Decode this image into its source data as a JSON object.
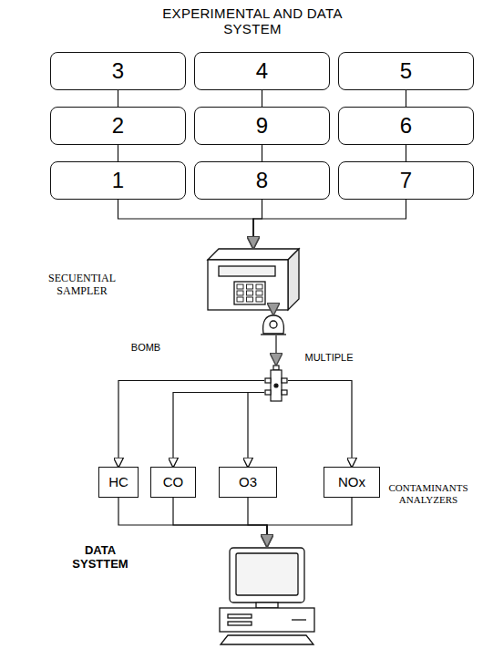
{
  "diagram": {
    "title": "EXPERIMENTAL AND DATA SYSTEM",
    "nodes": [
      {
        "text": [
          "3"
        ]
      },
      {
        "text": [
          "4"
        ]
      },
      {
        "text": [
          "5"
        ]
      },
      {
        "text": [
          "2"
        ]
      },
      {
        "text": [
          "9"
        ]
      },
      {
        "text": [
          "6"
        ]
      },
      {
        "text": [
          "1"
        ]
      },
      {
        "text": [
          "8"
        ]
      },
      {
        "text": [
          "7"
        ]
      },
      {
        "text": [
          "SECUENTIAL SAMPLER"
        ]
      },
      {
        "text": [
          "BOMB"
        ]
      },
      {
        "text": [
          "MULTIPLE"
        ]
      },
      {
        "text": [
          "HC"
        ]
      },
      {
        "text": [
          "CO"
        ]
      },
      {
        "text": [
          "O3"
        ]
      },
      {
        "text": [
          "NOx"
        ]
      },
      {
        "text": [
          "DATA SYSTTEM"
        ]
      }
    ],
    "edges": [
      {
        "from": 0,
        "to": 3,
        "arrow": "none"
      },
      {
        "from": 3,
        "to": 6,
        "arrow": "none"
      },
      {
        "from": 1,
        "to": 4,
        "arrow": "none"
      },
      {
        "from": 4,
        "to": 7,
        "arrow": "none"
      },
      {
        "from": 2,
        "to": 5,
        "arrow": "none"
      },
      {
        "from": 5,
        "to": 8,
        "arrow": "none"
      },
      {
        "from": 6,
        "to": 9,
        "arrow": "to"
      },
      {
        "from": 7,
        "to": 9,
        "arrow": "to"
      },
      {
        "from": 8,
        "to": 9,
        "arrow": "to"
      },
      {
        "from": 9,
        "to": 10,
        "arrow": "to"
      },
      {
        "from": 10,
        "to": 11,
        "arrow": "to"
      },
      {
        "from": 11,
        "to": 12,
        "arrow": "to"
      },
      {
        "from": 11,
        "to": 13,
        "arrow": "to"
      },
      {
        "from": 11,
        "to": 14,
        "arrow": "to"
      },
      {
        "from": 11,
        "to": 15,
        "arrow": "to"
      },
      {
        "from": 12,
        "to": 16,
        "arrow": "to"
      },
      {
        "from": 13,
        "to": 16,
        "arrow": "to"
      },
      {
        "from": 14,
        "to": 16,
        "arrow": "to"
      },
      {
        "from": 15,
        "to": 16,
        "arrow": "to"
      }
    ],
    "labels": [
      "CONTAMINANTS ANALYZERS"
    ]
  }
}
